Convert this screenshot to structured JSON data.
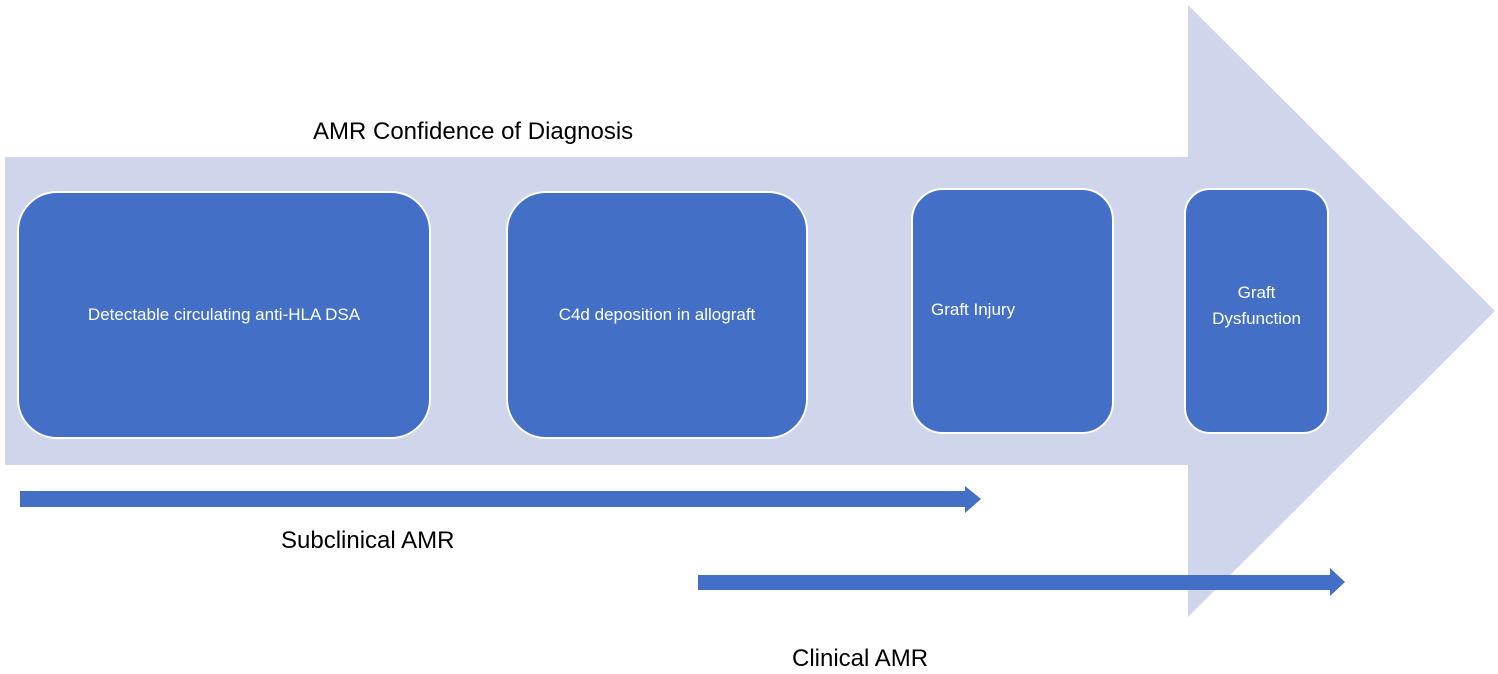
{
  "title": "AMR Confidence of Diagnosis",
  "stages": [
    {
      "label": "Detectable circulating anti-HLA DSA"
    },
    {
      "label": "C4d deposition in allograft"
    },
    {
      "label": "Graft Injury"
    },
    {
      "label": "Graft Dysfunction"
    }
  ],
  "ranges": [
    {
      "label": "Subclinical AMR"
    },
    {
      "label": "Clinical AMR"
    }
  ],
  "colors": {
    "big_arrow": "#cfd5ea",
    "box": "#4370c6",
    "range_arrow": "#4370c6"
  }
}
